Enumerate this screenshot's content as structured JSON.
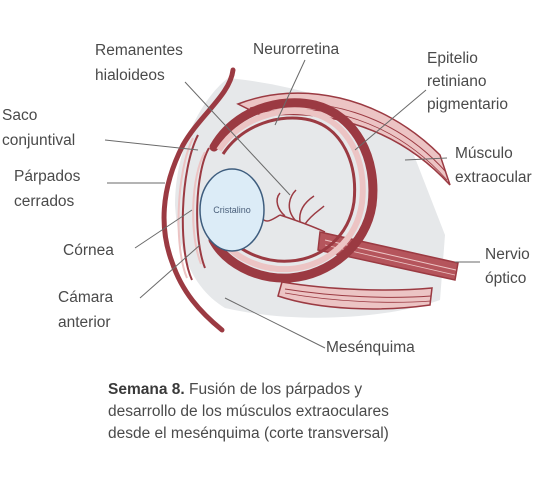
{
  "labels": {
    "remanentes_1": "Remanentes",
    "remanentes_2": "hialoideos",
    "neurorretina": "Neurorretina",
    "epitelio_1": "Epitelio",
    "epitelio_2": "retiniano",
    "epitelio_3": "pigmentario",
    "saco_1": "Saco",
    "saco_2": "conjuntival",
    "parpados_1": "Párpados",
    "parpados_2": "cerrados",
    "musculo_1": "Músculo",
    "musculo_2": "extraocular",
    "cornea": "Córnea",
    "nervio_1": "Nervio",
    "nervio_2": "óptico",
    "camara_1": "Cámara",
    "camara_2": "anterior",
    "mesenquima": "Mesénquima",
    "cristalino": "Cristalino"
  },
  "caption": {
    "bold": "Semana 8.",
    "line1": " Fusión de los párpados y",
    "line2": "desarrollo de los músculos extraoculares",
    "line3": "desde el mesénquima (corte transversal)"
  },
  "colors": {
    "tissue_red": "#9b3a42",
    "tissue_pink": "#ecc4c4",
    "mesenchyme_gray": "#e6e8ea",
    "lens_blue": "#dcecf7"
  }
}
